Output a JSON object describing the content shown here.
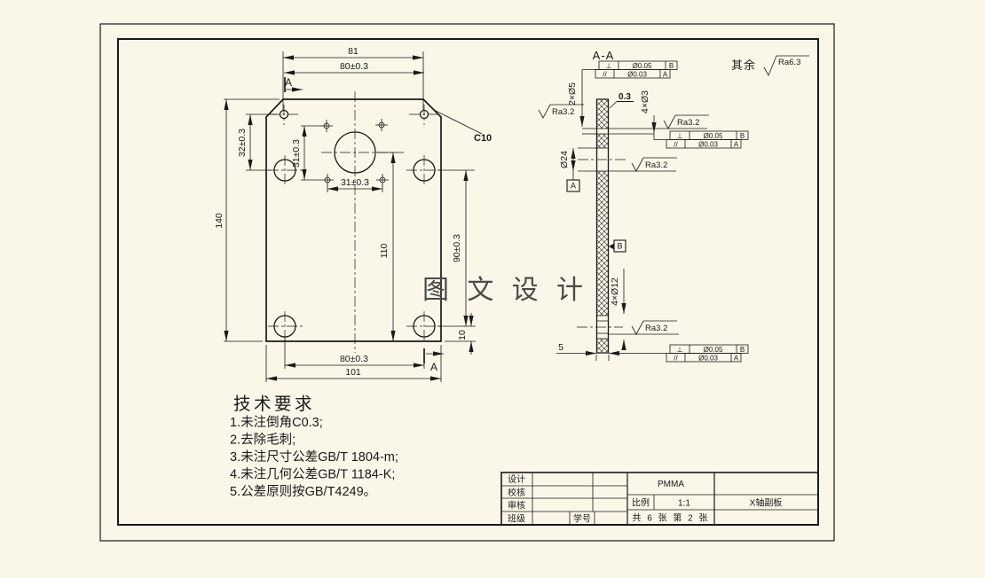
{
  "page": {
    "background": "#faf6e8",
    "line_color": "#1a1a1a",
    "watermark": "图 文 设 计"
  },
  "general_note": {
    "prefix": "其余",
    "roughness": "Ra6.3"
  },
  "front_view": {
    "dims": {
      "d81": "81",
      "d80_top": "80±0.3",
      "d32": "32±0.3",
      "d31_v": "31±0.3",
      "d31_h": "31±0.3",
      "d140": "140",
      "d110": "110",
      "d90": "90±0.3",
      "d10": "10",
      "d80_bottom": "80±0.3",
      "d101": "101"
    },
    "chamfer_note": "C10",
    "section_label": "A"
  },
  "section_view": {
    "title": "A-A",
    "labels": {
      "holes_5": "2×Ø5",
      "holes_3": "4×Ø3",
      "holes_12": "4×Ø12",
      "bore": "Ø24",
      "note_03": "0.3",
      "thickness": "5"
    },
    "datums": {
      "a": "A",
      "b": "B"
    },
    "fcf": {
      "row1": {
        "sym": "⊥",
        "tol": "Ø0.05",
        "datum": "B"
      },
      "row2": {
        "sym": "//",
        "tol": "Ø0.03",
        "datum": "A"
      }
    },
    "roughness": "Ra3.2"
  },
  "tech_req": {
    "title": "技术要求",
    "items": [
      "1.未注倒角C0.3;",
      "2.去除毛刺;",
      "3.未注尺寸公差GB/T 1804-m;",
      "4.未注几何公差GB/T 1184-K;",
      "5.公差原则按GB/T4249。"
    ]
  },
  "title_block": {
    "design": "设计",
    "check": "校核",
    "audit": "审核",
    "class": "班级",
    "student_id": "学号",
    "material": "PMMA",
    "scale_label": "比例",
    "scale_value": "1:1",
    "part_name": "X轴副板",
    "sheet_info": "共 6 张 第 2 张"
  }
}
